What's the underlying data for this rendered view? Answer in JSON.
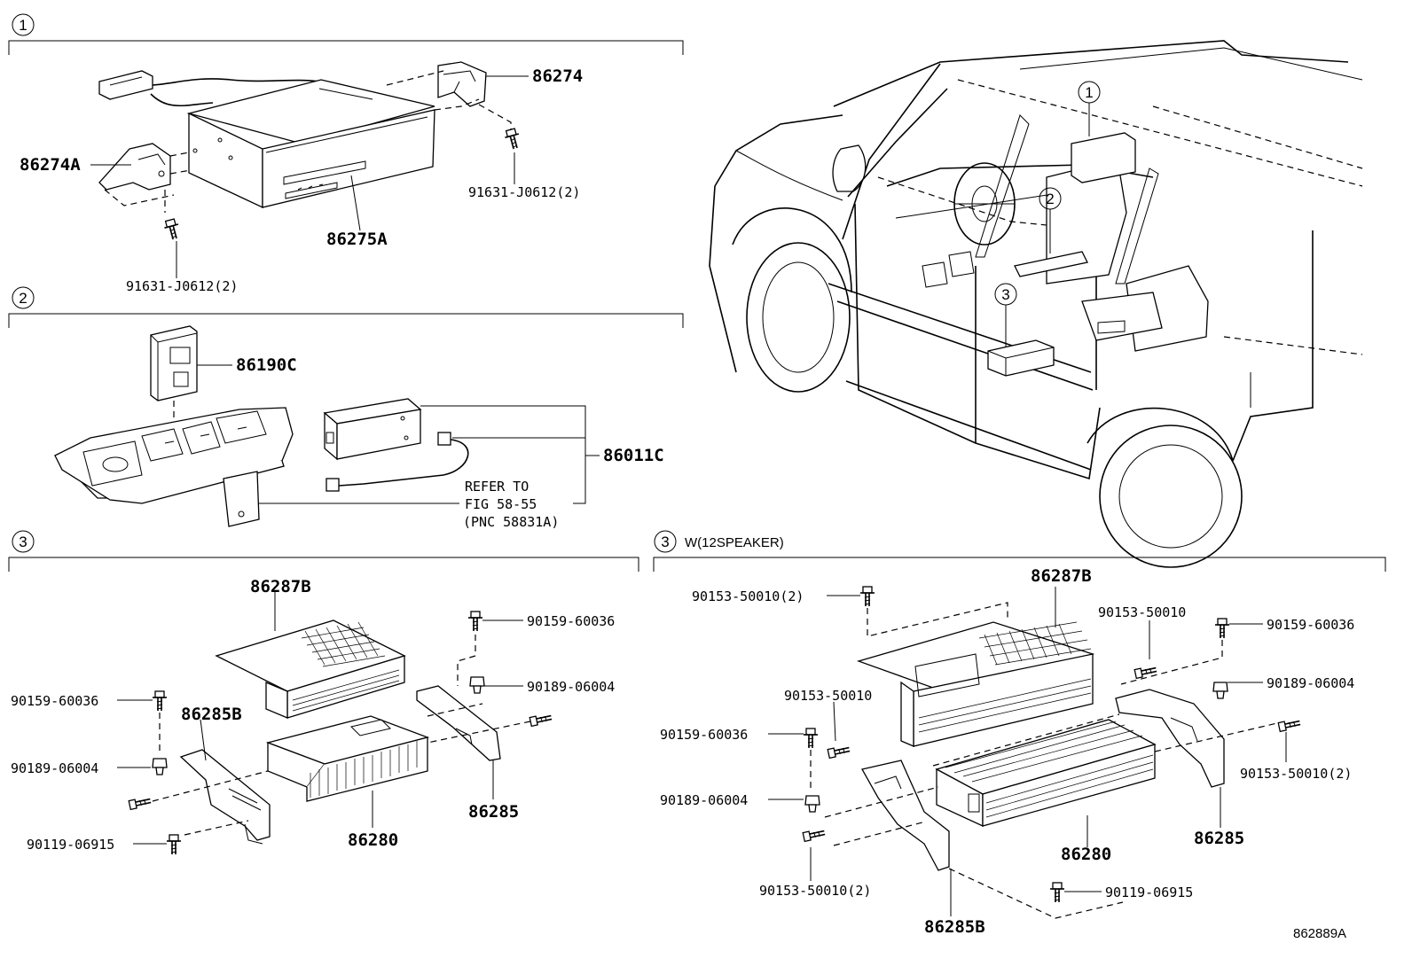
{
  "sections": [
    {
      "marker": "1",
      "note": ""
    },
    {
      "marker": "2",
      "note": ""
    },
    {
      "marker": "3",
      "note": ""
    },
    {
      "marker": "3",
      "note": "W(12SPEAKER)"
    }
  ],
  "vehicle_markers": [
    "1",
    "2",
    "3"
  ],
  "labels": {
    "s1": {
      "p86274": "86274",
      "p86274A": "86274A",
      "p86275A": "86275A",
      "bolt_a": "91631-J0612(2)",
      "bolt_b": "91631-J0612(2)"
    },
    "s2": {
      "p86190C": "86190C",
      "p86011C": "86011C",
      "ref1": "REFER TO",
      "ref2": "FIG 58-55",
      "ref3": "(PNC 58831A)"
    },
    "s3": {
      "p86287B": "86287B",
      "bolt1": "90159-60036",
      "nut1": "90189-06004",
      "bolt2": "90159-60036",
      "p86285B": "86285B",
      "nut2": "90189-06004",
      "p86285": "86285",
      "p86280": "86280",
      "bolt3": "90119-06915"
    },
    "s4": {
      "bolt_a": "90153-50010(2)",
      "p86287B": "86287B",
      "bolt_b": "90153-50010",
      "bolt_c": "90159-60036",
      "bolt_d": "90153-50010",
      "nut_a": "90189-06004",
      "bolt_e": "90159-60036",
      "nut_b": "90189-06004",
      "bolt_f": "90153-50010(2)",
      "p86285": "86285",
      "p86280": "86280",
      "bolt_g": "90153-50010(2)",
      "bolt_h": "90119-06915",
      "p86285B": "86285B"
    }
  },
  "figure_id": "862889A"
}
